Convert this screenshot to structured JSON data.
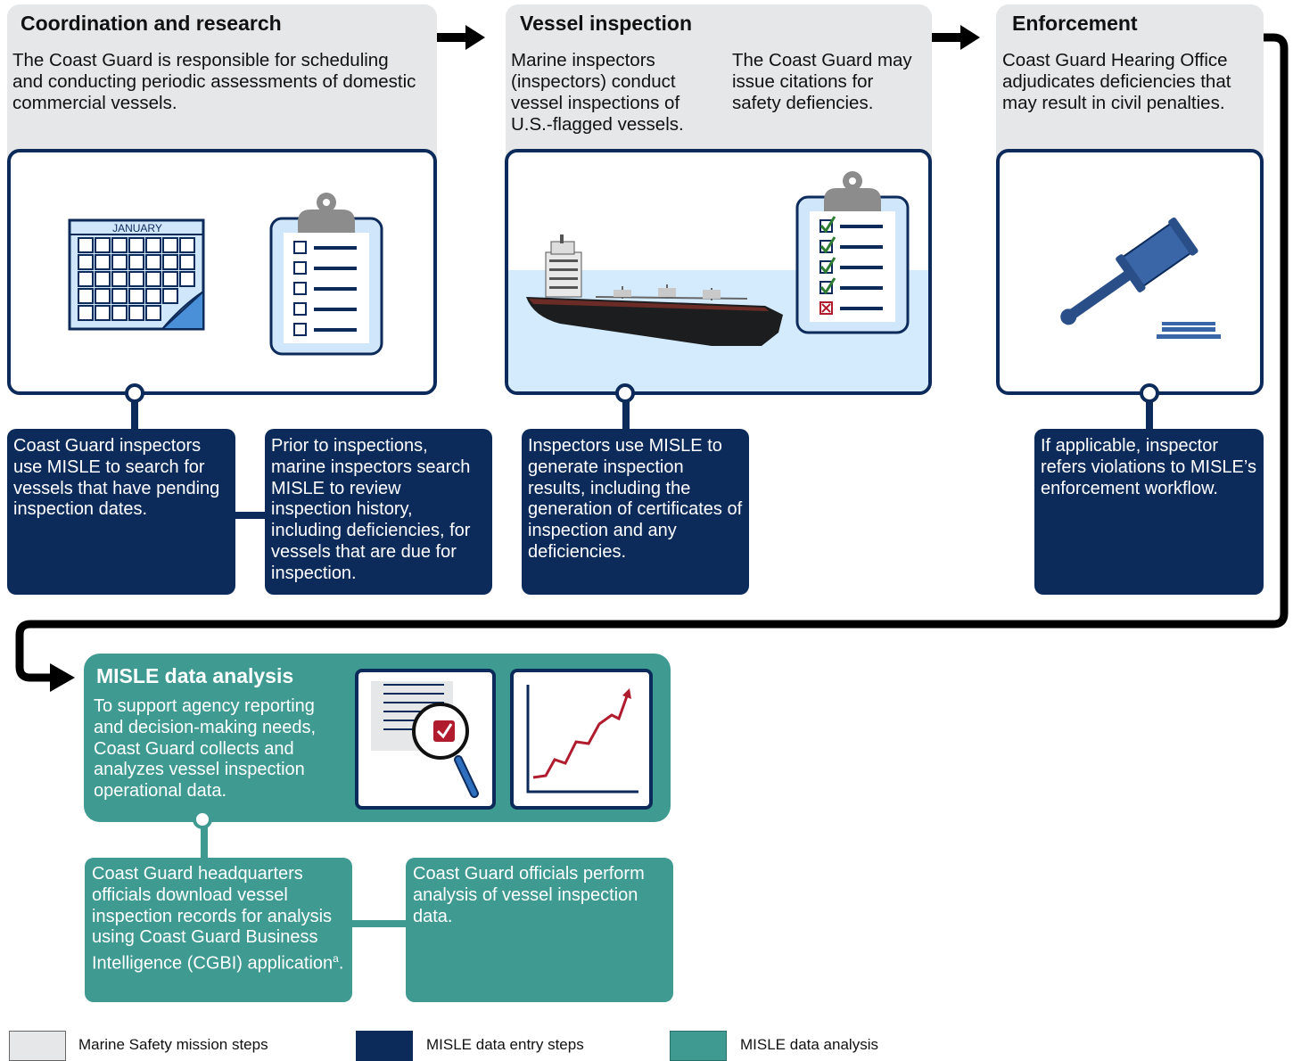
{
  "steps": {
    "coordination": {
      "title": "Coordination and research",
      "text": "The Coast Guard is responsible for scheduling and conducting periodic assessments of domestic commercial vessels.",
      "calendar_label": "JANUARY",
      "entry_1": "Coast Guard inspectors use MISLE to search for vessels that have pending inspection dates.",
      "entry_2": "Prior to inspections, marine inspectors search MISLE to review inspection history, including deficiencies, for vessels that are due for inspection."
    },
    "inspection": {
      "title": "Vessel inspection",
      "text_left": "Marine inspectors (inspectors) conduct vessel inspections of U.S.-flagged vessels.",
      "text_right": "The Coast Guard may issue citations for safety defiencies.",
      "entry_1": "Inspectors use MISLE to generate inspection results, including the generation of certificates of inspection and any deficiencies."
    },
    "enforcement": {
      "title": "Enforcement",
      "text": "Coast Guard Hearing Office adjudicates deficiencies that may result in civil penalties.",
      "entry_1": "If applicable, inspector refers violations to MISLE’s enforcement workflow."
    },
    "analysis": {
      "title": "MISLE data analysis",
      "text": "To support agency reporting and decision-making needs, Coast Guard collects and analyzes vessel inspection operational data.",
      "entry_1": "Coast Guard headquarters officials download vessel inspection records for analysis using Coast Guard Business Intelligence (CGBI) application",
      "entry_1_sup": "a",
      "entry_1_end": ".",
      "entry_2": "Coast Guard officials perform analysis of vessel inspection data."
    }
  },
  "legend": [
    {
      "label": "Marine Safety mission steps",
      "color": "#e6e7e8"
    },
    {
      "label": "MISLE data entry steps",
      "color": "#0d2b5a"
    },
    {
      "label": "MISLE data analysis",
      "color": "#3f9a92"
    }
  ],
  "colors": {
    "navy": "#0d2b5a",
    "teal": "#3f9a92",
    "gray": "#e6e7e8",
    "light_blue": "#cfe6fb"
  },
  "icons": [
    "calendar-icon",
    "clipboard-icon",
    "ship-icon",
    "checked-clipboard-icon",
    "gavel-icon",
    "document-magnifier-icon",
    "trend-chart-icon"
  ]
}
